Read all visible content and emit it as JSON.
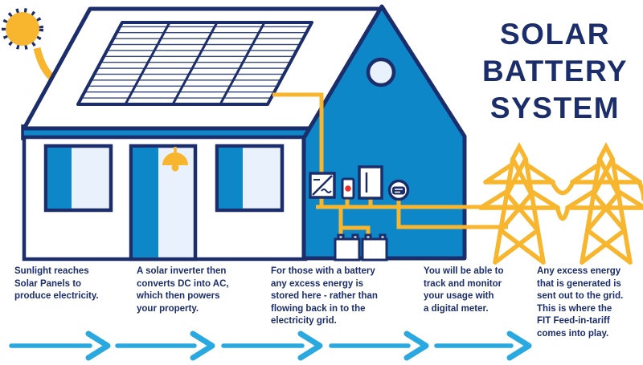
{
  "title": {
    "line1": "SOLAR",
    "line2": "BATTERY",
    "line3": "SYSTEM"
  },
  "steps": [
    {
      "text": "Sunlight reaches\nSolar Panels to\nproduce electricity."
    },
    {
      "text": "A solar inverter then\nconverts DC into AC,\nwhich then powers\nyour property."
    },
    {
      "text": "For those with a battery\nany excess energy is\nstored here - rather than\nflowing back in to the\nelectricity grid."
    },
    {
      "text": "You will be able to\ntrack and monitor\nyour usage with\na digital meter."
    },
    {
      "text": "Any excess energy\nthat is generated is\nsent out to the grid.\nThis is where the\nFIT Feed-in-tariff\ncomes into play."
    }
  ],
  "icons": {
    "sun": "sun-icon",
    "sun_arrow": "sun-to-panel-arrow-icon",
    "solar_panel": "solar-panel-icon",
    "pendant_lamp": "pendant-lamp-icon",
    "inverter": "inverter-icon",
    "switch": "switch-icon",
    "battery_cabinet": "battery-cabinet-icon",
    "digital_meter": "digital-meter-icon",
    "battery": "battery-icon",
    "pylon": "electricity-pylon-icon",
    "flow_arrow": "flow-arrow-icon"
  },
  "colors": {
    "navy": "#1b2d6b",
    "house_blue": "#0e87c9",
    "pane_light": "#e9f2fc",
    "wire_yellow": "#f8b62e",
    "arrow_blue": "#2aa9e0",
    "alert_red": "#e8312a"
  }
}
